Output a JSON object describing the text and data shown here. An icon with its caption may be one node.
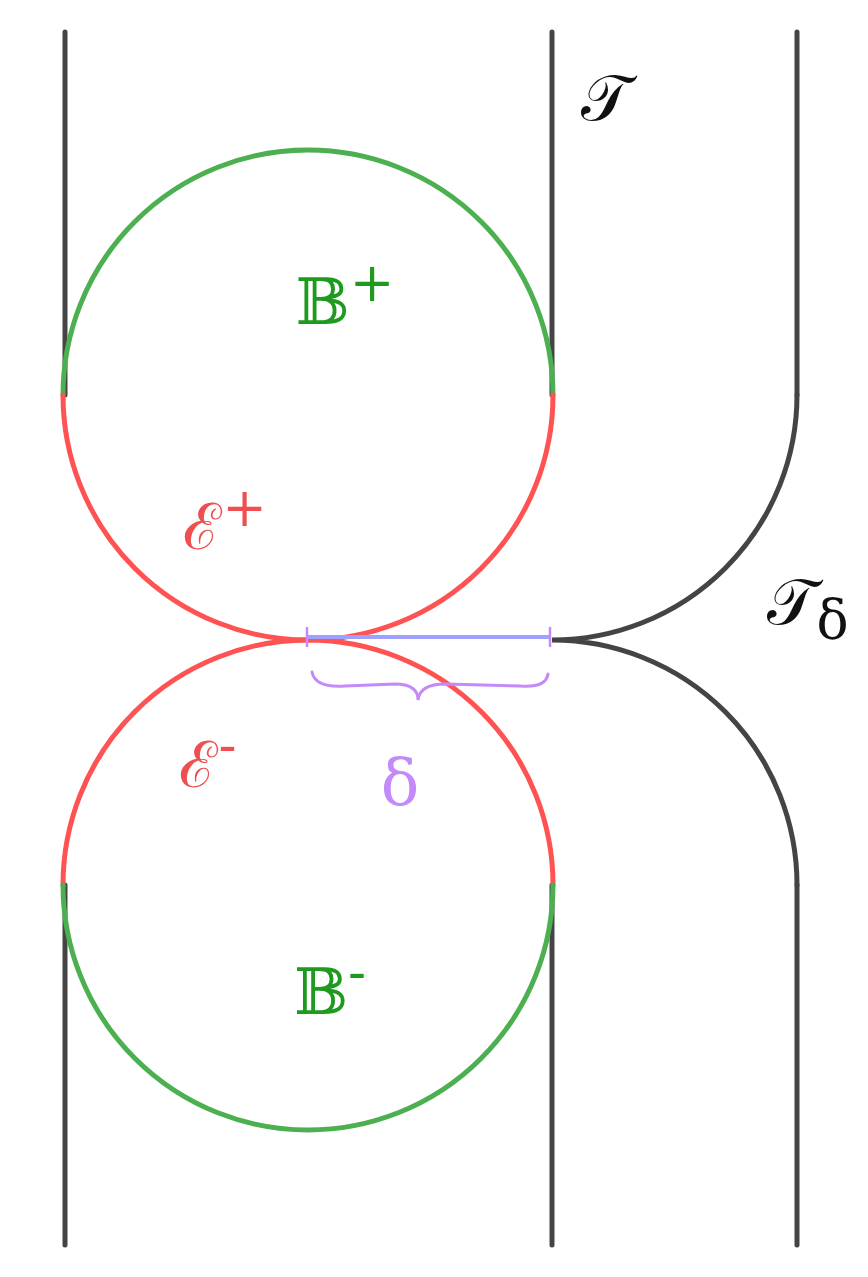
{
  "diagram": {
    "labels": [
      "𝒯",
      "𝔹$^{+}$",
      "ℰ$^{+}$",
      "𝒯$_{δ}$",
      "ℰ$^{-}$",
      "δ",
      "𝔹$^{-}$"
    ]
  }
}
